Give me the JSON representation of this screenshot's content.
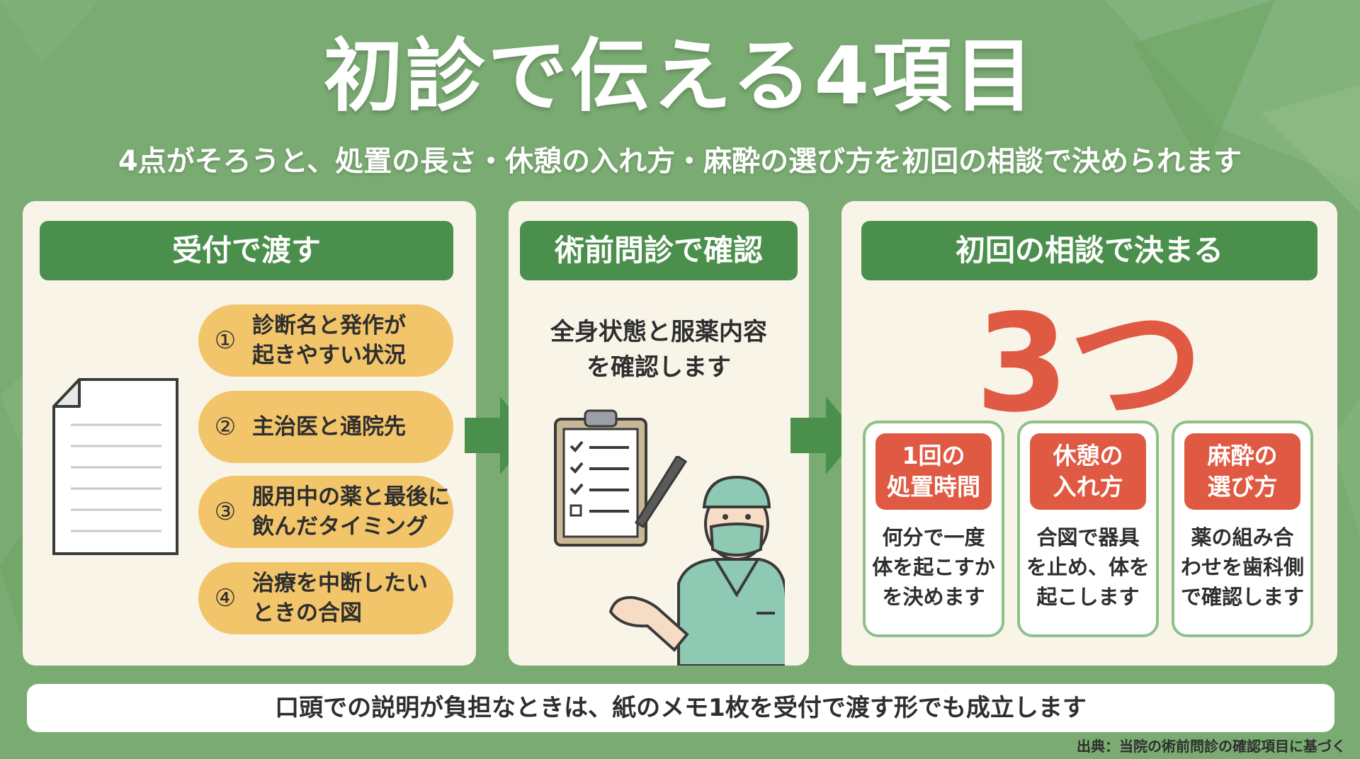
{
  "title": "初診で伝える4項目",
  "subtitle": "4点がそろうと、処置の長さ・休憩の入れ方・麻酔の選び方を初回の相談で決められます",
  "colors": {
    "background": "#7aab72",
    "panel": "#f8f5e8",
    "header_green": "#4a8f4b",
    "pill_yellow": "#f2c56b",
    "accent_red": "#e05a43"
  },
  "panel1": {
    "heading": "受付で渡す",
    "icon": "document-icon",
    "items": [
      {
        "num": "①",
        "text": "診断名と発作が\n起きやすい状況"
      },
      {
        "num": "②",
        "text": "主治医と通院先"
      },
      {
        "num": "③",
        "text": "服用中の薬と最後に\n飲んだタイミング"
      },
      {
        "num": "④",
        "text": "治療を中断したい\nときの合図"
      }
    ]
  },
  "panel2": {
    "heading": "術前問診で確認",
    "text": "全身状態と服薬内容\nを確認します",
    "icons": [
      "clipboard-checklist-icon",
      "doctor-icon"
    ]
  },
  "panel3": {
    "heading": "初回の相談で決まる",
    "count": "3つ",
    "cards": [
      {
        "title": "1回の\n処置時間",
        "body": "何分で一度\n体を起こすか\nを決めます"
      },
      {
        "title": "休憩の\n入れ方",
        "body": "合図で器具\nを止め、体を\n起こします"
      },
      {
        "title": "麻酔の\n選び方",
        "body": "薬の組み合\nわせを歯科側\nで確認します"
      }
    ]
  },
  "note": "口頭での説明が負担なときは、紙のメモ1枚を受付で渡す形でも成立します",
  "source": "出典：当院の術前問診の確認項目に基づく"
}
